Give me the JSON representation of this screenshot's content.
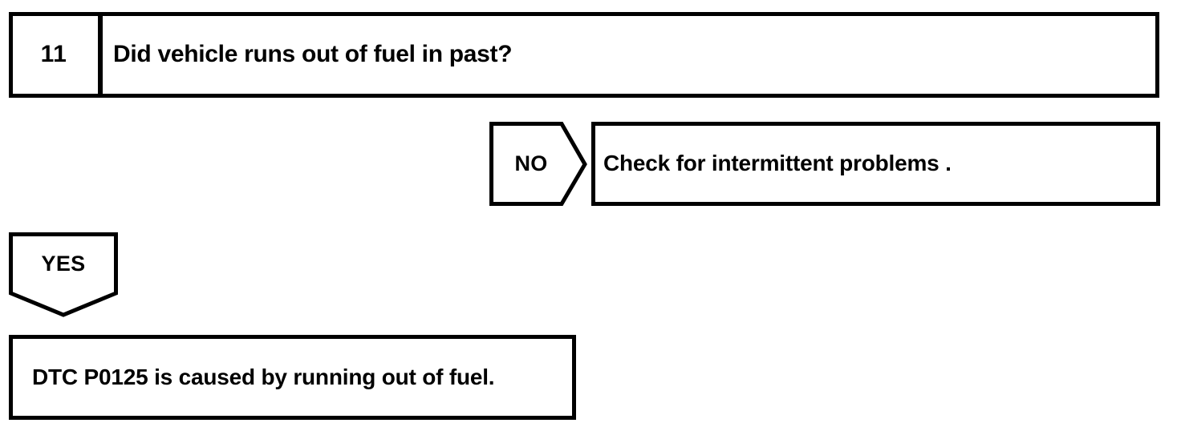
{
  "diagram": {
    "type": "troubleshooting-flowchart",
    "stroke_color": "#000000",
    "fill_color": "#ffffff",
    "step": {
      "number": "11",
      "question": "Did vehicle runs out of fuel in past?"
    },
    "branches": [
      {
        "label": "NO",
        "direction": "right",
        "result": "Check for intermittent problems ."
      },
      {
        "label": "YES",
        "direction": "down",
        "result": "DTC P0125 is caused by running out of fuel."
      }
    ]
  }
}
